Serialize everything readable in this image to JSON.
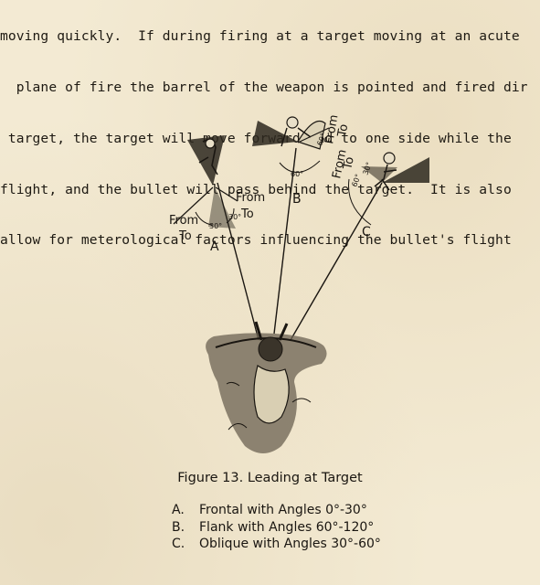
{
  "top_paragraph": [
    "moving quickly.  If during firing at a target moving at an acute",
    "  plane of fire the barrel of the weapon is pointed and fired dir",
    " target, the target will move forward and to one side while the",
    "flight, and the bullet will pass behind the target.  It is also",
    "allow for meterological factors influencing the bullet's flight"
  ],
  "figure": {
    "labels": {
      "A": "A",
      "B": "B",
      "C": "C",
      "from_a_left": "From",
      "to_a_left": "To",
      "from_a_right": "From",
      "to_a_right": "To",
      "from_b": "From",
      "to_b": "To",
      "from_c": "From",
      "to_c": "To"
    },
    "angles": {
      "a_left": "30°",
      "a_right": "30°",
      "b_left": "60°",
      "b_right": "60°",
      "c_inner": "30°",
      "c_outer": "60°"
    }
  },
  "caption": "Figure 13.  Leading at Target",
  "legend": [
    {
      "letter": "A.",
      "text": "Frontal with Angles 0°-30°"
    },
    {
      "letter": "B.",
      "text": "Flank with Angles 60°-120°"
    },
    {
      "letter": "C.",
      "text": "Oblique with Angles 30°-60°"
    }
  ]
}
